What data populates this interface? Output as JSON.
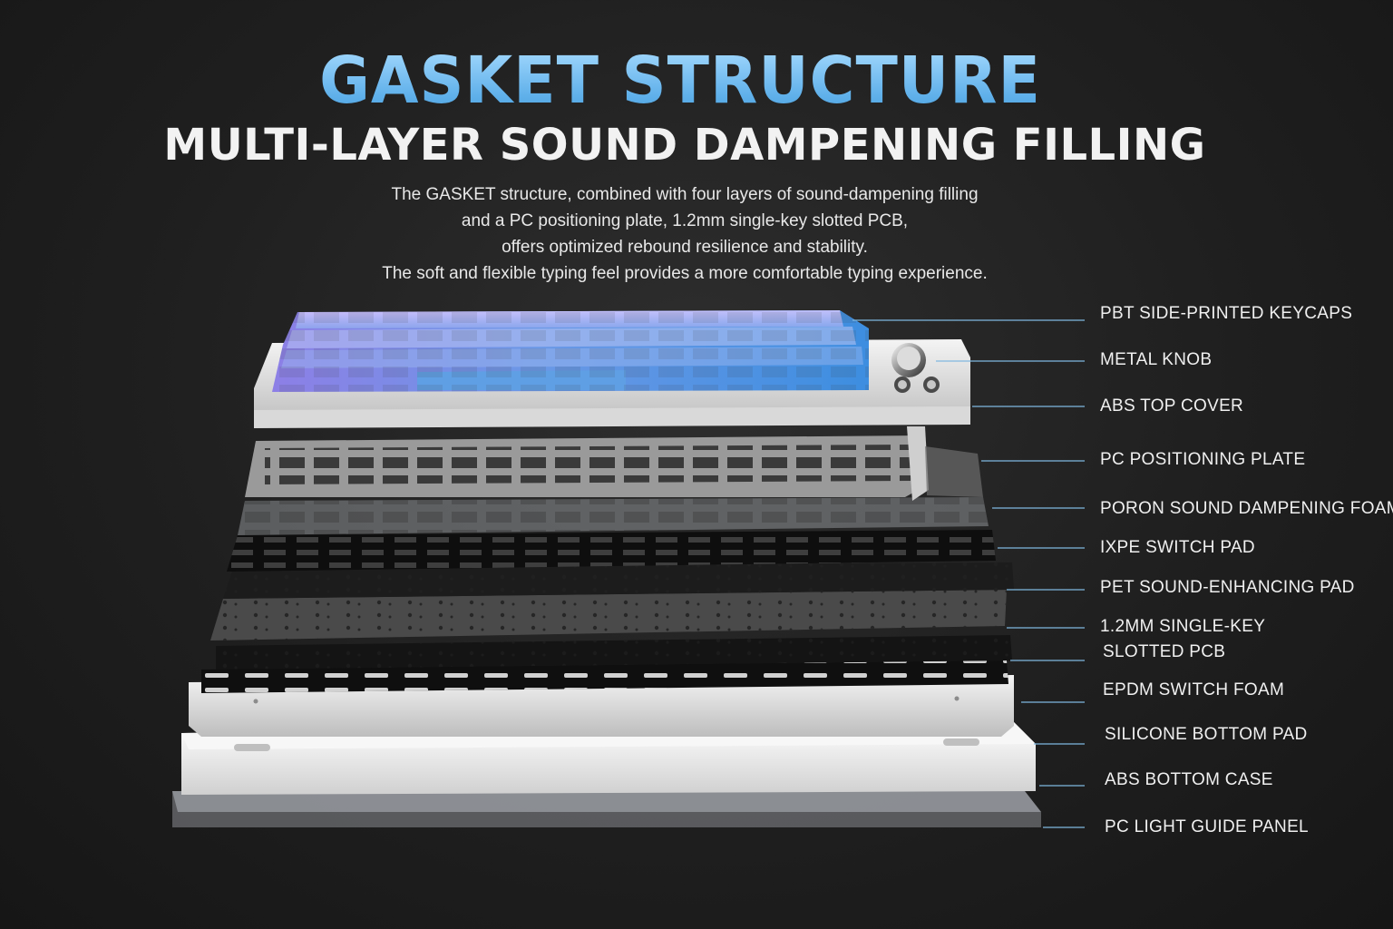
{
  "header": {
    "title": "GASKET STRUCTURE",
    "subtitle": "MULTI-LAYER SOUND DAMPENING FILLING",
    "description": [
      "The GASKET structure, combined with four layers of sound-dampening filling",
      "and a PC positioning plate, 1.2mm single-key slotted PCB,",
      "offers optimized rebound resilience and stability.",
      "The soft and flexible typing feel provides a more comfortable typing experience."
    ]
  },
  "layers": [
    "PBT SIDE-PRINTED KEYCAPS",
    "METAL KNOB",
    "ABS TOP COVER",
    "PC POSITIONING PLATE",
    "PORON SOUND DAMPENING FOAM",
    "IXPE SWITCH PAD",
    "PET SOUND-ENHANCING PAD",
    "1.2MM SINGLE-KEY",
    "SLOTTED PCB",
    "EPDM SWITCH FOAM",
    "SILICONE BOTTOM PAD",
    "ABS BOTTOM CASE",
    "PC LIGHT GUIDE PANEL"
  ],
  "colors": {
    "title_blue": "#6fb9ee",
    "leader_line": "#7fb8e0",
    "keycap_top": "#a98ee8",
    "keycap_bottom": "#4a93d8"
  }
}
